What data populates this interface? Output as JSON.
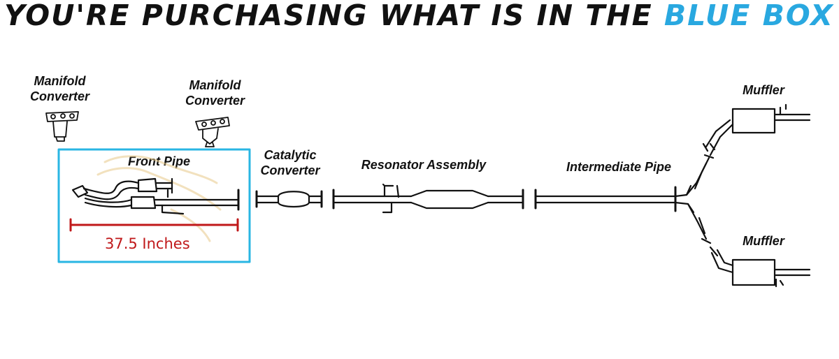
{
  "header": {
    "text_main": "YOU'RE PURCHASING WHAT IS IN THE ",
    "text_accent": "BLUE BOX"
  },
  "labels": {
    "manifold_converter_1": "Manifold Converter",
    "manifold_converter_2": "Manifold Converter",
    "front_pipe": "Front Pipe",
    "catalytic_converter": "Catalytic Converter",
    "resonator_assembly": "Resonator Assembly",
    "intermediate_pipe": "Intermediate Pipe",
    "muffler_top": "Muffler",
    "muffler_bottom": "Muffler"
  },
  "dimension": {
    "text": "37.5 Inches"
  },
  "colors": {
    "accent": "#29a8e0",
    "highlight_box": "#29b6e3",
    "dimension_line": "#c0181a",
    "line": "#111111"
  }
}
